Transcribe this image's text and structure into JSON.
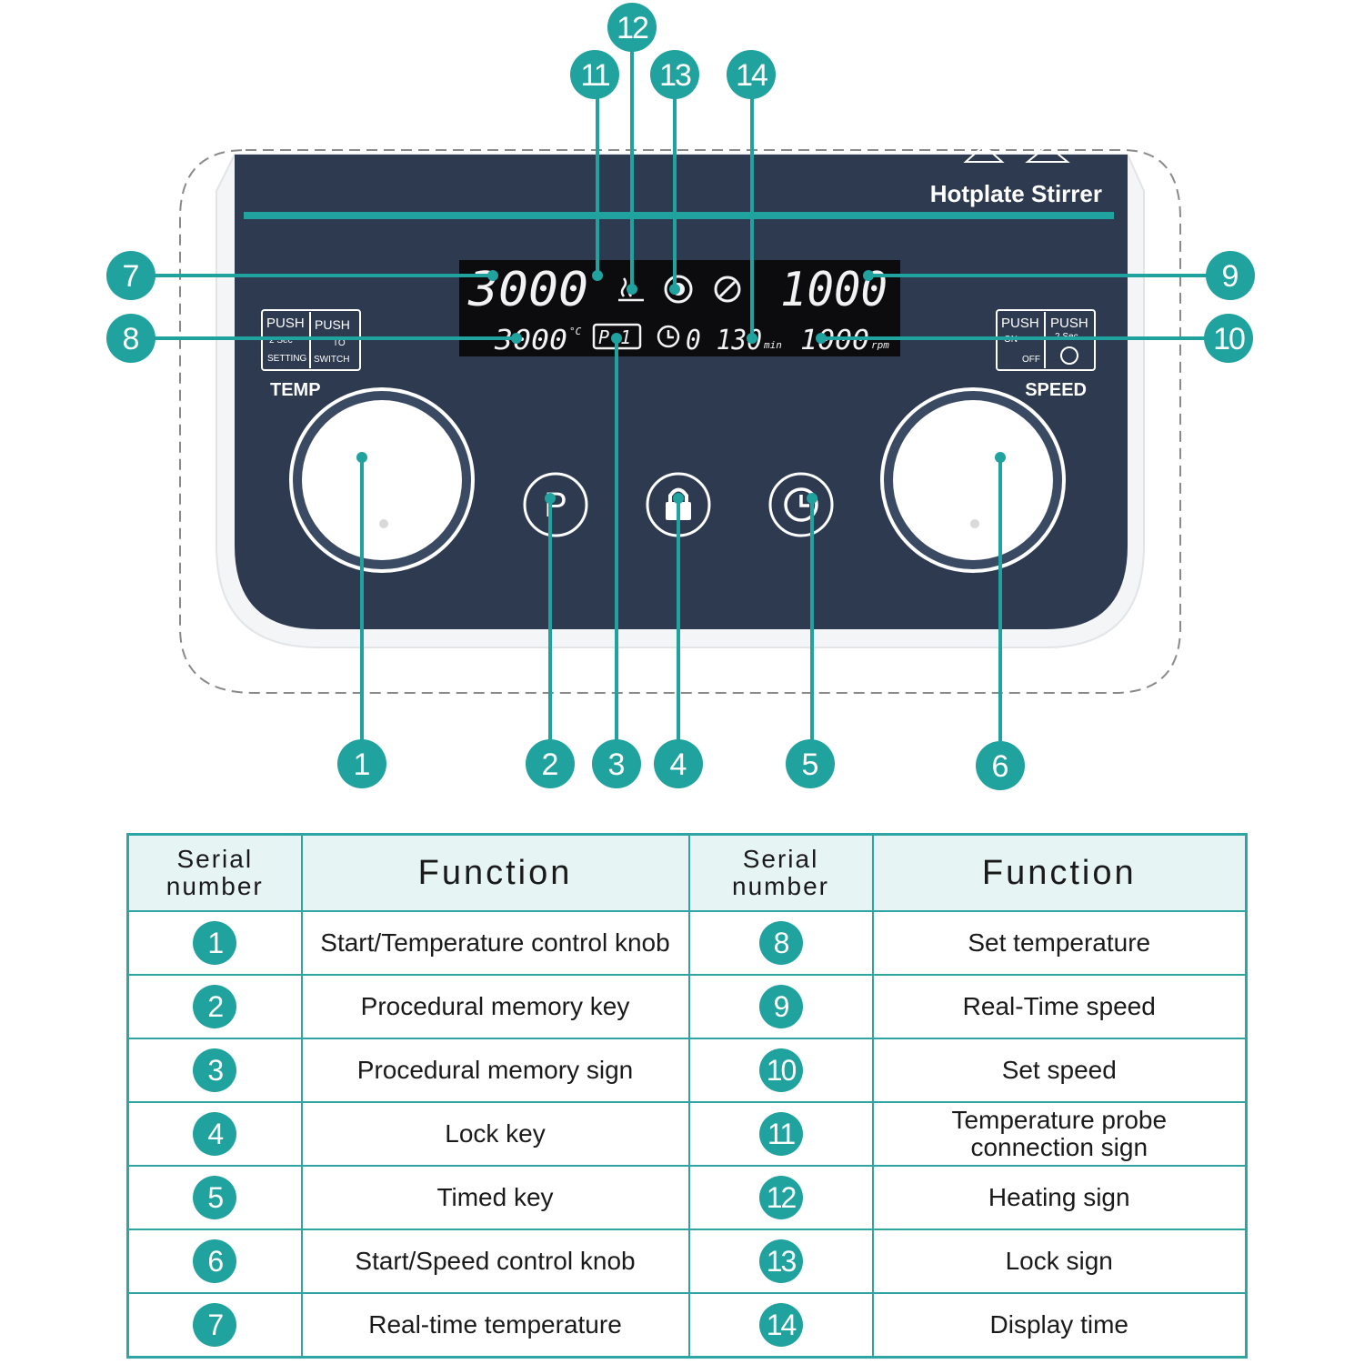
{
  "device": {
    "brand_label": "Hotplate Stirrer",
    "temp_label": "TEMP",
    "speed_label": "SPEED",
    "display": {
      "real_temp": "3000",
      "real_speed": "1000",
      "set_temp": "3000",
      "temp_unit": "°C",
      "program": "P 1",
      "time_value": "0 130",
      "time_unit": "min",
      "set_speed": "1000",
      "speed_unit": "rpm"
    },
    "temp_push": {
      "left_top": "PUSH",
      "left_mid": "2 Sec",
      "left_bottom": "SETTING",
      "right_top": "PUSH",
      "right_mid": "TO",
      "right_bottom": "SWITCH"
    },
    "speed_push": {
      "left_top": "PUSH",
      "left_mid": "ON",
      "left_bottom": "OFF",
      "right_top": "PUSH",
      "right_mid": "2 Sec"
    }
  },
  "callouts": [
    "1",
    "2",
    "3",
    "4",
    "5",
    "6",
    "7",
    "8",
    "9",
    "10",
    "11",
    "12",
    "13",
    "14"
  ],
  "table": {
    "headers": {
      "serial_line1": "Serial",
      "serial_line2": "number",
      "function": "Function"
    },
    "rows": [
      {
        "left_num": "1",
        "left_fn": "Start/Temperature control knob",
        "right_num": "8",
        "right_fn": "Set temperature"
      },
      {
        "left_num": "2",
        "left_fn": "Procedural memory key",
        "right_num": "9",
        "right_fn": "Real-Time speed"
      },
      {
        "left_num": "3",
        "left_fn": "Procedural memory sign",
        "right_num": "10",
        "right_fn": "Set speed"
      },
      {
        "left_num": "4",
        "left_fn": "Lock key",
        "right_num": "11",
        "right_fn": "Temperature probe",
        "right_fn2": "connection sign"
      },
      {
        "left_num": "5",
        "left_fn": "Timed key",
        "right_num": "12",
        "right_fn": "Heating sign"
      },
      {
        "left_num": "6",
        "left_fn": "Start/Speed control knob",
        "right_num": "13",
        "right_fn": "Lock sign"
      },
      {
        "left_num": "7",
        "left_fn": "Real-time temperature",
        "right_num": "14",
        "right_fn": "Display time"
      }
    ]
  },
  "colors": {
    "teal": "#20a29f",
    "panel": "#2d3a4f",
    "table_border": "#2ea5a3",
    "header_bg": "#e6f4f4"
  }
}
